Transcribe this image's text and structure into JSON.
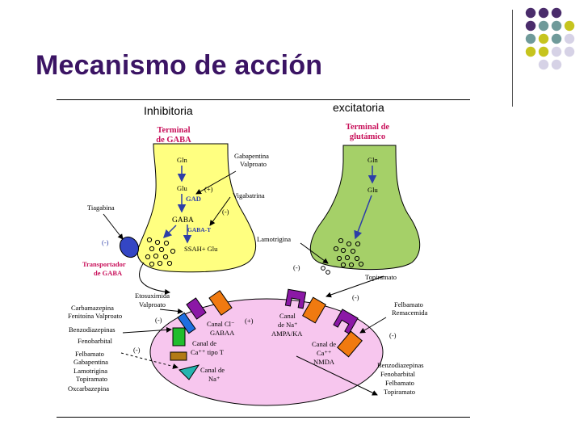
{
  "slide": {
    "title": "Mecanismo de acción",
    "accent_colors": {
      "purple": "#4a2c6b",
      "teal": "#6f9a9a",
      "olive": "#c6c41e",
      "lavender": "#d6d2e6"
    }
  },
  "figure": {
    "header_left": "Inhibitoria",
    "header_right": "excitatoria",
    "gaba_terminal": {
      "line1": "Terminal",
      "line2": "de GABA"
    },
    "glu_terminal": {
      "line1": "Terminal de",
      "line2": "glutámico"
    },
    "gln_left": "Gln",
    "glu_left": "Glu",
    "gad": "GAD",
    "gaba": "GABA",
    "gaba_t": "GABA-T",
    "ssah": "SSAH+ Glu",
    "gln_right": "Gln",
    "glu_right": "Glu",
    "gabapentina": {
      "line1": "Gabapentina",
      "line2": "Valproato"
    },
    "plus_gad": "(+)",
    "vigabatrina": "Vigabatrina",
    "minus_vigabatrina": "(-)",
    "tiagabina": "Tiagabina",
    "minus_transporter": "(-)",
    "transportador": {
      "line1": "Transportador",
      "line2": "de GABA"
    },
    "lamotrigina": "Lamotrigina",
    "minus_lamotrigina": "(-)",
    "topiramato_right": "Topiramato",
    "minus_topiramato": "(-)",
    "etosuximida": {
      "line1": "Etosuximida",
      "line2": "Valproato"
    },
    "minus_etosuximida": "(-)",
    "left_list1": {
      "line1": "Carbamazepina",
      "line2": "Fenitoína Valproato"
    },
    "left_list2": {
      "line1": "Benzodiazepinas",
      "line2": "Fenobarbital"
    },
    "left_list3": [
      "Felbamato",
      "Gabapentina",
      "Lamotrigina",
      "Topiramato",
      "Oxcarbazepina"
    ],
    "minus_left": "(-)",
    "plus_gabaa": "(+)",
    "canal_cl": {
      "line1": "Canal Cl⁻",
      "line2": "GABAA"
    },
    "canal_ca_t": {
      "line1": "Canal de",
      "line2": "Ca⁺⁺ tipo T"
    },
    "canal_na_bottom": {
      "line1": "Canal de",
      "line2": "Na⁺"
    },
    "canal_na_ampa": {
      "line1": "Canal",
      "line2": "de Na⁺",
      "line3": "AMPA/KA"
    },
    "canal_ca_nmda": {
      "line1": "Canal de",
      "line2": "Ca⁺⁺",
      "line3": "NMDA"
    },
    "felbamato_right": {
      "line1": "Felbamato",
      "line2": "Remacemida"
    },
    "minus_felbamato": "(-)",
    "bottom_right": [
      "Benzodiazepinas",
      "Fenobarbital",
      "Felbamato",
      "Topiramato"
    ]
  }
}
